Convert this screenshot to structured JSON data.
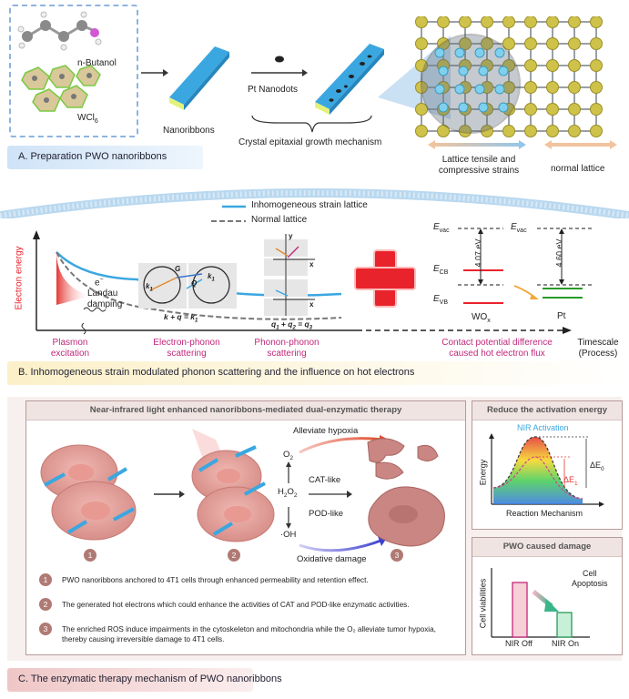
{
  "section_a": {
    "label": "A. Preparation  PWO nanoribbons",
    "n_butanol": "n-Butanol",
    "wcl6": "WCl",
    "wcl6_sub": "6",
    "nanoribbons": "Nanoribbons",
    "pt_nanodots": "Pt Nanodots",
    "crystal_growth": "Crystal epitaxial growth mechanism",
    "lattice_strain": "Lattice tensile and compressive strains",
    "normal_lattice": "normal lattice"
  },
  "section_b": {
    "label": "B. Inhomogeneous strain modulated phonon scattering and the influence on hot electrons",
    "legend_inhomogeneous": "Inhomogeneous strain lattice",
    "legend_normal": "Normal lattice",
    "y_axis": "Electron energy",
    "x_axis": "Timescale",
    "x_axis_sub": "(Process)",
    "electron_symbol": "e",
    "landau": "Landau",
    "damping": "damping",
    "stage1a": "Plasmon",
    "stage1b": "excitation",
    "stage2a": "Electron-phonon",
    "stage2b": "scattering",
    "stage3a": "Phonon-phonon",
    "stage3b": "scattering",
    "stage4a": "Contact potential difference",
    "stage4b": "caused hot electron flux",
    "eq_electron_phonon": "k + q = k",
    "eq_electron_phonon_sub": "1",
    "eq_phonon_phonon": "q  + q  = q",
    "evac": "E",
    "evac_sub": "vac",
    "ecb": "E",
    "ecb_sub": "CB",
    "evb": "E",
    "evb_sub": "VB",
    "wo3_gap": "4.07 eV",
    "pt_gap": "4.60 eV",
    "wox": "WO",
    "wox_sub": "x",
    "pt": "Pt"
  },
  "section_c": {
    "label": "C. The enzymatic therapy mechanism of  PWO nanoribbons",
    "main_title": "Near-infrared light enhanced nanoribbons-mediated dual-enzymatic therapy",
    "alleviate": "Alleviate hypoxia",
    "o2": "O",
    "o2_sub": "2",
    "cat": "CAT-like",
    "h2o2": "H",
    "h2o2_sub1": "2",
    "h2o2_mid": "O",
    "h2o2_sub2": "2",
    "pod": "POD-like",
    "oh": "·OH",
    "oxidative": "Oxidative damage",
    "step_numbers": [
      "1",
      "2",
      "3"
    ],
    "steps": [
      "PWO nanoribbons anchored to 4T1 cells through enhanced permeability and retention effect.",
      "The generated hot electrons which could enhance the activities of CAT and POD-like enzymatic activities.",
      "The enriched ROS induce impairments in the cytoskeleton and mitochondria while the O₂ alleviate tumor hypoxia, thereby causing irreversible damage to 4T1 cells."
    ],
    "activation_title": "Reduce the activation energy",
    "nir_activation": "NIR Activation",
    "energy_axis": "Energy",
    "reaction_axis": "Reaction Mechanism",
    "delta_e0": "ΔE",
    "delta_e0_sub": "0",
    "delta_e1": "ΔE",
    "delta_e1_sub": "1",
    "damage_title": "PWO caused damage",
    "cell_apoptosis_a": "Cell",
    "cell_apoptosis_b": "Apoptosis",
    "cell_viab": "Cell viabilities",
    "nir_off": "NIR Off",
    "nir_on": "NIR On",
    "bar_values": {
      "nir_off": 1.0,
      "nir_on": 0.45
    }
  },
  "colors": {
    "accent_blue": "#3aa7e0",
    "magenta": "#c0287a",
    "red_cross": "#e8232b",
    "band_blue": "#dbeafa",
    "band_pink": "#f3d6d6"
  }
}
